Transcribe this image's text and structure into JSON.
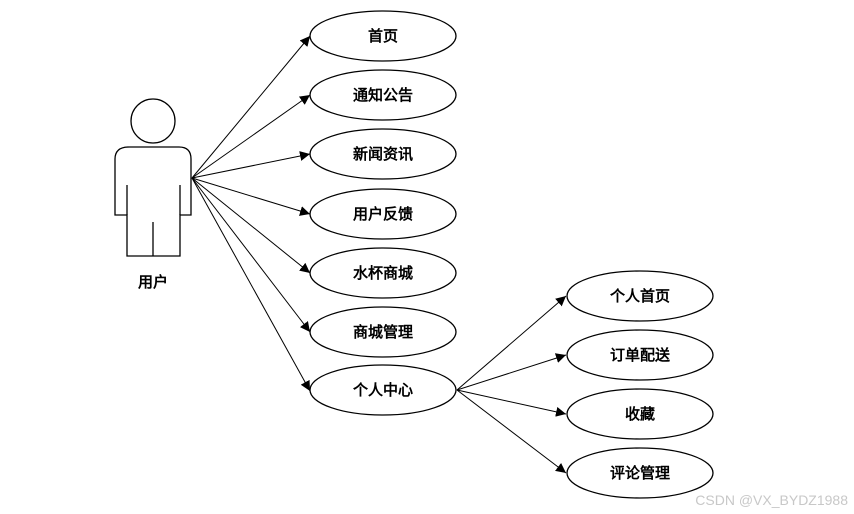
{
  "actor": {
    "label": "用户"
  },
  "use_cases": [
    {
      "id": "home",
      "label": "首页"
    },
    {
      "id": "notice",
      "label": "通知公告"
    },
    {
      "id": "news",
      "label": "新闻资讯"
    },
    {
      "id": "feedback",
      "label": "用户反馈"
    },
    {
      "id": "cup-mall",
      "label": "水杯商城"
    },
    {
      "id": "mall-manage",
      "label": "商城管理"
    },
    {
      "id": "personal-center",
      "label": "个人中心"
    }
  ],
  "sub_use_cases": {
    "parent": "personal-center",
    "items": [
      {
        "id": "personal-home",
        "label": "个人首页"
      },
      {
        "id": "order-delivery",
        "label": "订单配送"
      },
      {
        "id": "favorites",
        "label": "收藏"
      },
      {
        "id": "review-manage",
        "label": "评论管理"
      }
    ]
  },
  "colors": {
    "stroke": "#000000",
    "background": "#ffffff",
    "watermark": "#c8c8c8"
  },
  "watermark": "CSDN @VX_BYDZ1988"
}
